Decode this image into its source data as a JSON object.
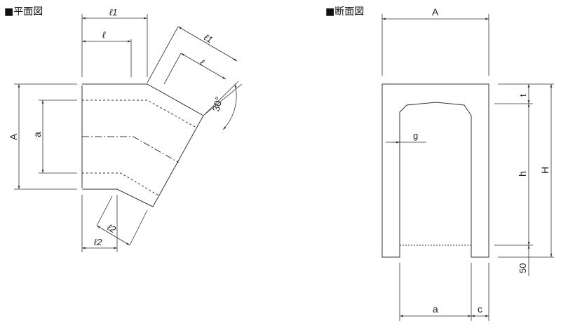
{
  "plan_view": {
    "title": "■平面図",
    "labels": {
      "l1_top": "ℓ1",
      "l_top": "ℓ",
      "l1_diag": "ℓ1",
      "l_diag": "ℓ",
      "angle": "30°",
      "A": "A",
      "a": "a",
      "l2_diag": "ℓ2",
      "l2_bottom": "ℓ2"
    }
  },
  "section_view": {
    "title": "■断面図",
    "labels": {
      "A": "A",
      "t": "t",
      "g": "g",
      "h": "h",
      "H": "H",
      "base": "50",
      "a": "a",
      "c": "c"
    }
  }
}
